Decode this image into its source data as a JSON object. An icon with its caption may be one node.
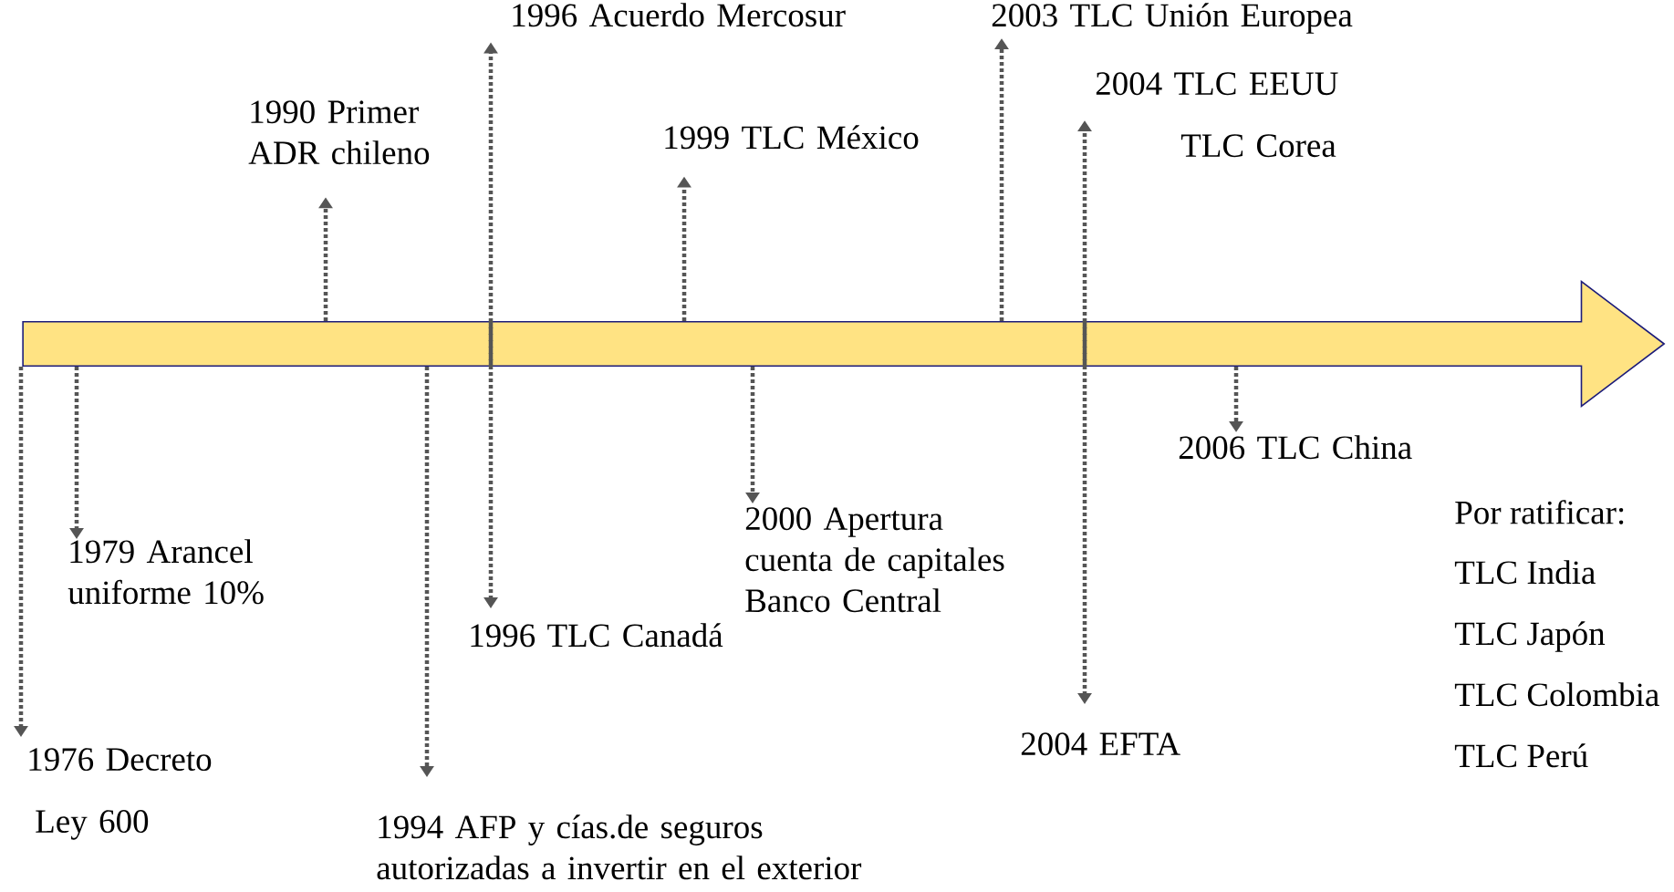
{
  "diagram": {
    "nodes": [
      {
        "text": [],
        "shape": "arrow"
      },
      {
        "text": [
          "1976 Decreto",
          "Ley 600"
        ]
      },
      {
        "text": [
          "1979 Arancel uniforme 10%"
        ]
      },
      {
        "text": [
          "1990 Primer ADR chileno"
        ]
      },
      {
        "text": [
          "1994 AFP y cías.de seguros autorizadas a invertir en el exterior"
        ]
      },
      {
        "text": [
          "1996 Acuerdo Mercosur"
        ]
      },
      {
        "text": [
          "1996 TLC Canadá"
        ]
      },
      {
        "text": [
          "1999 TLC México"
        ]
      },
      {
        "text": [
          "2000 Apertura cuenta de capitales Banco Central"
        ]
      },
      {
        "text": [
          "2003 TLC Unión Europea"
        ]
      },
      {
        "text": [
          "2004 TLC EEUU",
          "TLC Corea"
        ]
      },
      {
        "text": [
          "2004 EFTA"
        ]
      },
      {
        "text": [
          "2006 TLC China"
        ]
      }
    ],
    "edges": [
      {
        "from": 0,
        "to": 1,
        "arrow": "to"
      },
      {
        "from": 0,
        "to": 2,
        "arrow": "to"
      },
      {
        "from": 0,
        "to": 3,
        "arrow": "to"
      },
      {
        "from": 0,
        "to": 4,
        "arrow": "to"
      },
      {
        "from": 0,
        "to": 5,
        "arrow": "to"
      },
      {
        "from": 0,
        "to": 6,
        "arrow": "to"
      },
      {
        "from": 0,
        "to": 7,
        "arrow": "to"
      },
      {
        "from": 0,
        "to": 8,
        "arrow": "to"
      },
      {
        "from": 0,
        "to": 9,
        "arrow": "to"
      },
      {
        "from": 0,
        "to": 10,
        "arrow": "to"
      },
      {
        "from": 0,
        "to": 11,
        "arrow": "to"
      },
      {
        "from": 0,
        "to": 12,
        "arrow": "to"
      }
    ],
    "labels": [
      "Por ratificar:",
      "TLC India",
      "TLC Japón",
      "TLC Colombia",
      "TLC Perú"
    ]
  }
}
